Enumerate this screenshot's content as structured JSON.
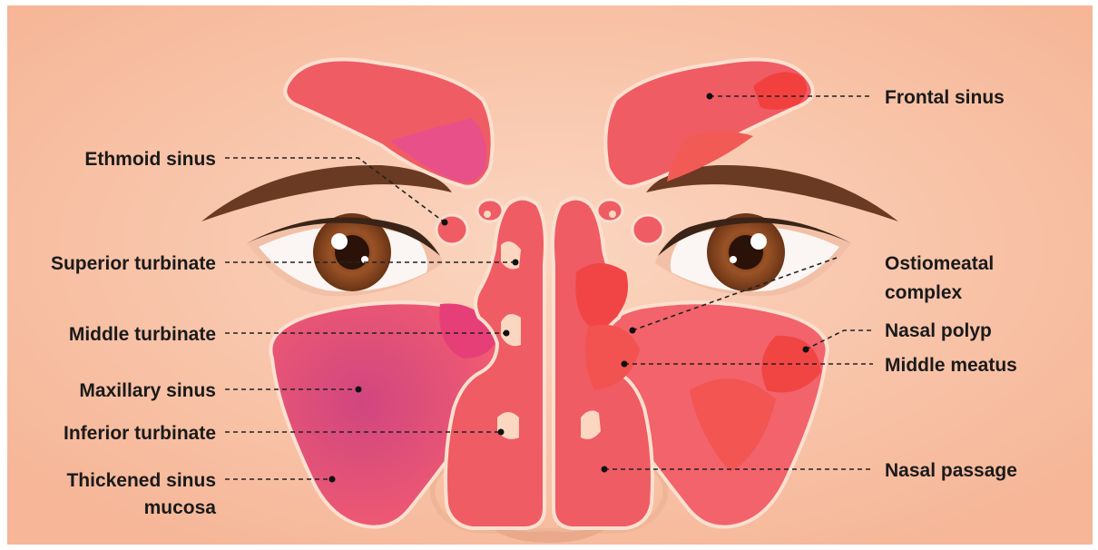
{
  "labels": {
    "ethmoid_sinus": "Ethmoid sinus",
    "superior_turbinate": "Superior turbinate",
    "middle_turbinate": "Middle turbinate",
    "maxillary_sinus": "Maxillary sinus",
    "inferior_turbinate": "Inferior turbinate",
    "thickened_mucosa_line1": "Thickened sinus",
    "thickened_mucosa_line2": "mucosa",
    "frontal_sinus": "Frontal sinus",
    "ostiomeatal_line1": "Ostiomeatal",
    "ostiomeatal_line2": "complex",
    "nasal_polyp": "Nasal polyp",
    "middle_meatus": "Middle meatus",
    "nasal_passage": "Nasal passage"
  },
  "colors": {
    "background": "#f8c4a6",
    "skin_light": "#fbd7c1",
    "sinus_fill": "#ee5a62",
    "sinus_outline": "#fbe0cf",
    "inflamed": "#e8537a",
    "healthy_sinus": "#f2636b",
    "eyebrow": "#6b3a22",
    "iris": "#8a4a22",
    "text": "#1a1a1a"
  }
}
